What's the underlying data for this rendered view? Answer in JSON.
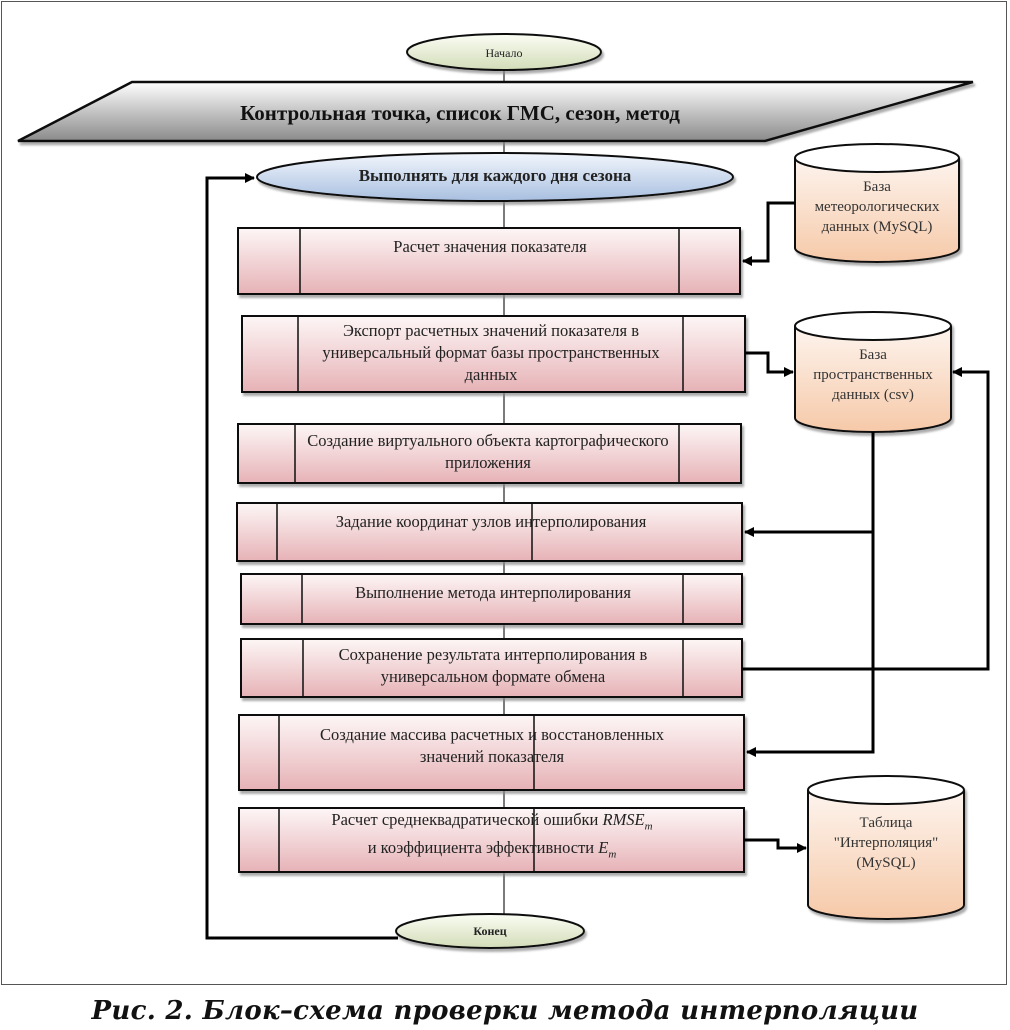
{
  "caption": "Рис. 2. Блок–схема проверки метода интерполяции",
  "start": {
    "label": "Начало"
  },
  "input": {
    "label": "Контрольная точка, список ГМС, сезон, метод"
  },
  "loop": {
    "label": "Выполнять для каждого дня сезона"
  },
  "end": {
    "label": "Конец"
  },
  "processes": [
    {
      "id": "calc",
      "label": "Расчет значения показателя"
    },
    {
      "id": "export",
      "label": "Экспорт расчетных значений показателя в универсальный формат базы пространственных данных"
    },
    {
      "id": "virtual",
      "label": "Создание виртуального объекта картографического приложения"
    },
    {
      "id": "coords",
      "label": "Задание координат узлов интерполирования"
    },
    {
      "id": "interp",
      "label": "Выполнение метода интерполирования"
    },
    {
      "id": "save",
      "label": "Сохранение результата интерполирования в универсальном формате обмена"
    },
    {
      "id": "array",
      "label": "Создание массива расчетных и восстановленных значений показателя"
    },
    {
      "id": "rmse",
      "label_part1": "Расчет среднеквадратической ошибки",
      "rmse_symbol": "RMSE",
      "rmse_sub": "m",
      "label_part2": "и коэффициента эффективности",
      "e_symbol": "E",
      "e_sub": "m"
    }
  ],
  "databases": [
    {
      "id": "meteo",
      "label": "База метеорологических данных (MySQL)"
    },
    {
      "id": "spatial",
      "label": "База пространственных данных (csv)"
    },
    {
      "id": "table",
      "label": "Таблица \"Интерполяция\" (MySQL)"
    }
  ],
  "colors": {
    "process_top": "#fdf6f6",
    "process_bottom": "#e6b2b6",
    "db_top": "#fdf4ee",
    "db_bottom": "#f6c9a8",
    "loop_top": "#f2f6fc",
    "loop_bottom": "#a8bfe0",
    "terminal_top": "#fbfdf4",
    "terminal_bottom": "#d2dcb8",
    "io_top": "#ffffff",
    "io_bottom": "#8a8a8a"
  }
}
